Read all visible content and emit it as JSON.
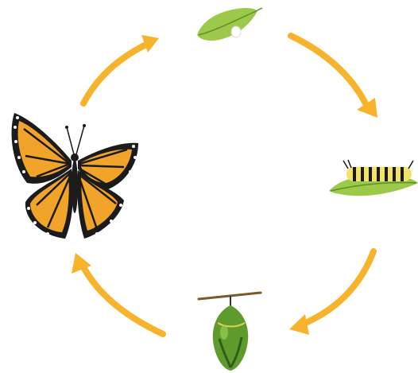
{
  "diagram": {
    "type": "cycle",
    "stages": [
      {
        "id": "egg",
        "icon": "egg-on-leaf-icon"
      },
      {
        "id": "caterpillar",
        "icon": "caterpillar-on-leaf-icon"
      },
      {
        "id": "chrysalis",
        "icon": "chrysalis-icon"
      },
      {
        "id": "butterfly",
        "icon": "monarch-butterfly-icon"
      }
    ],
    "arrows": [
      {
        "from": "egg",
        "to": "caterpillar"
      },
      {
        "from": "caterpillar",
        "to": "chrysalis"
      },
      {
        "from": "chrysalis",
        "to": "butterfly"
      },
      {
        "from": "butterfly",
        "to": "egg"
      }
    ],
    "colors": {
      "arrow": "#f6b32b",
      "leaf": "#9cc94a",
      "leaf_dark": "#5f8f2a",
      "wing_orange": "#f2a32a",
      "wing_black": "#1b1b1b",
      "chrysalis_green": "#5e9a2c",
      "caterpillar_yellow": "#f2e36a"
    }
  }
}
